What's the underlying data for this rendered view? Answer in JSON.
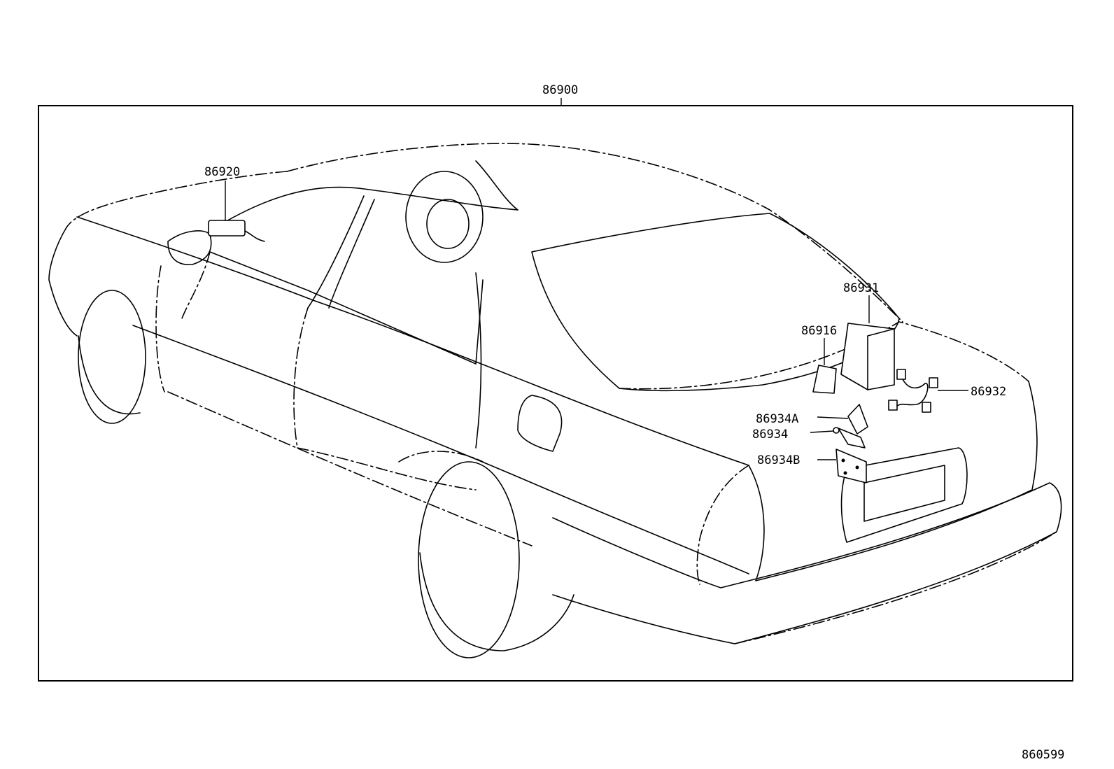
{
  "diagram": {
    "assembly_number": "86900",
    "figure_code": "860599",
    "callouts": {
      "c86920": "86920",
      "c86931": "86931",
      "c86916": "86916",
      "c86932": "86932",
      "c86934A": "86934A",
      "c86934": "86934",
      "c86934B": "86934B"
    }
  }
}
